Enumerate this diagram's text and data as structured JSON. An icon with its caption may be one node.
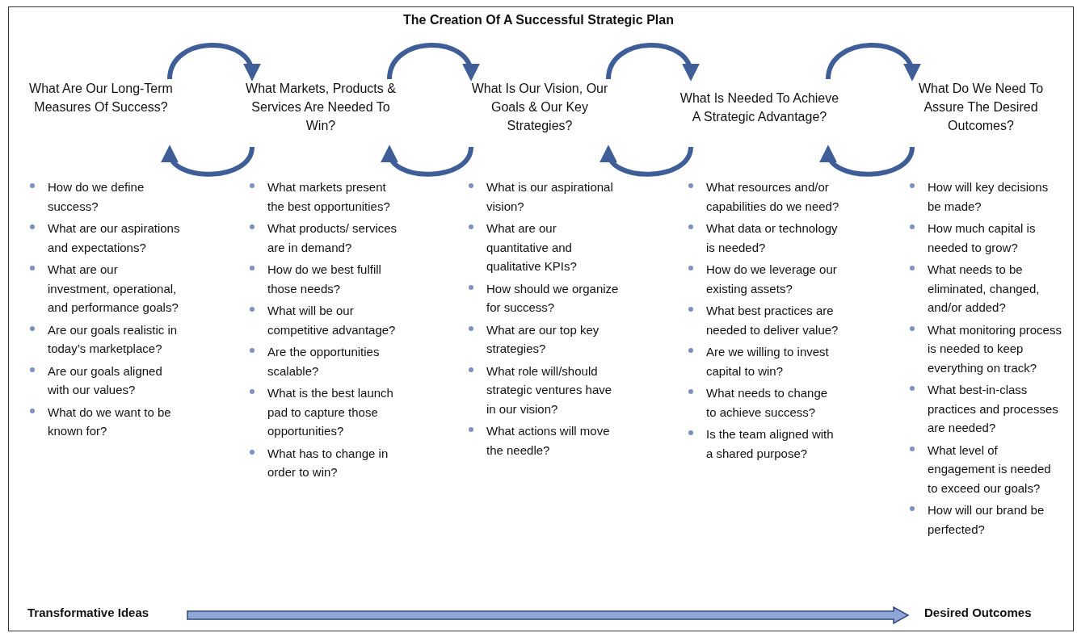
{
  "diagram": {
    "title": "The Creation Of A Successful Strategic Plan",
    "nodes": [
      {
        "text": [
          "What Are Our Long-Term Measures Of Success?"
        ],
        "beside": [
          "How do we define success?",
          "What are our aspirations and expectations?",
          "What are our investment, operational, and performance goals?",
          "Are our goals realistic in today’s marketplace?",
          "Are our goals aligned with our values?",
          "What do we want to be known for?"
        ]
      },
      {
        "text": [
          "What Markets, Products & Services Are Needed To Win?"
        ],
        "beside": [
          "What markets present the best opportunities?",
          "What products/ services are in demand?",
          "How do we best fulfill those needs?",
          "What will be our competitive advantage?",
          "Are the opportunities scalable?",
          "What is the best launch pad to capture those opportunities?",
          "What has to change in order to win?"
        ]
      },
      {
        "text": [
          "What Is Our Vision, Our Goals & Our Key Strategies?"
        ],
        "beside": [
          "What is our aspirational vision?",
          "What are our quantitative and qualitative KPIs?",
          "How should we organize for success?",
          "What are our top key strategies?",
          "What role will/should strategic ventures have in our vision?",
          "What actions will move the needle?"
        ]
      },
      {
        "text": [
          "What Is Needed To Achieve A Strategic Advantage?"
        ],
        "beside": [
          "What resources and/or capabilities do we need?",
          "What data or technology is needed?",
          "How do we leverage our existing assets?",
          "What best practices are needed to deliver value?",
          "Are we willing to invest capital to win?",
          "What needs to change to achieve success?",
          "Is the team aligned with a shared purpose?"
        ]
      },
      {
        "text": [
          "What Do We Need To Assure The Desired Outcomes?"
        ],
        "beside": [
          "How will key decisions be made?",
          "How much capital is needed to grow?",
          "What needs to be eliminated, changed, and/or added?",
          "What monitoring process is needed to keep everything on track?",
          "What best-in-class practices and processes are needed?",
          "What level of engagement is needed to exceed our goals?",
          "How will our brand be perfected?"
        ]
      },
      {
        "text": [
          "Transformative Ideas"
        ]
      },
      {
        "text": [
          "Desired Outcomes"
        ]
      }
    ],
    "edges": [
      {
        "from": 0,
        "to": 1,
        "arrow": "to"
      },
      {
        "from": 1,
        "to": 0,
        "arrow": "to"
      },
      {
        "from": 1,
        "to": 2,
        "arrow": "to"
      },
      {
        "from": 2,
        "to": 1,
        "arrow": "to"
      },
      {
        "from": 2,
        "to": 3,
        "arrow": "to"
      },
      {
        "from": 3,
        "to": 2,
        "arrow": "to"
      },
      {
        "from": 3,
        "to": 4,
        "arrow": "to"
      },
      {
        "from": 4,
        "to": 3,
        "arrow": "to"
      },
      {
        "from": 5,
        "to": 6,
        "arrow": "to",
        "style": "thick"
      }
    ]
  }
}
